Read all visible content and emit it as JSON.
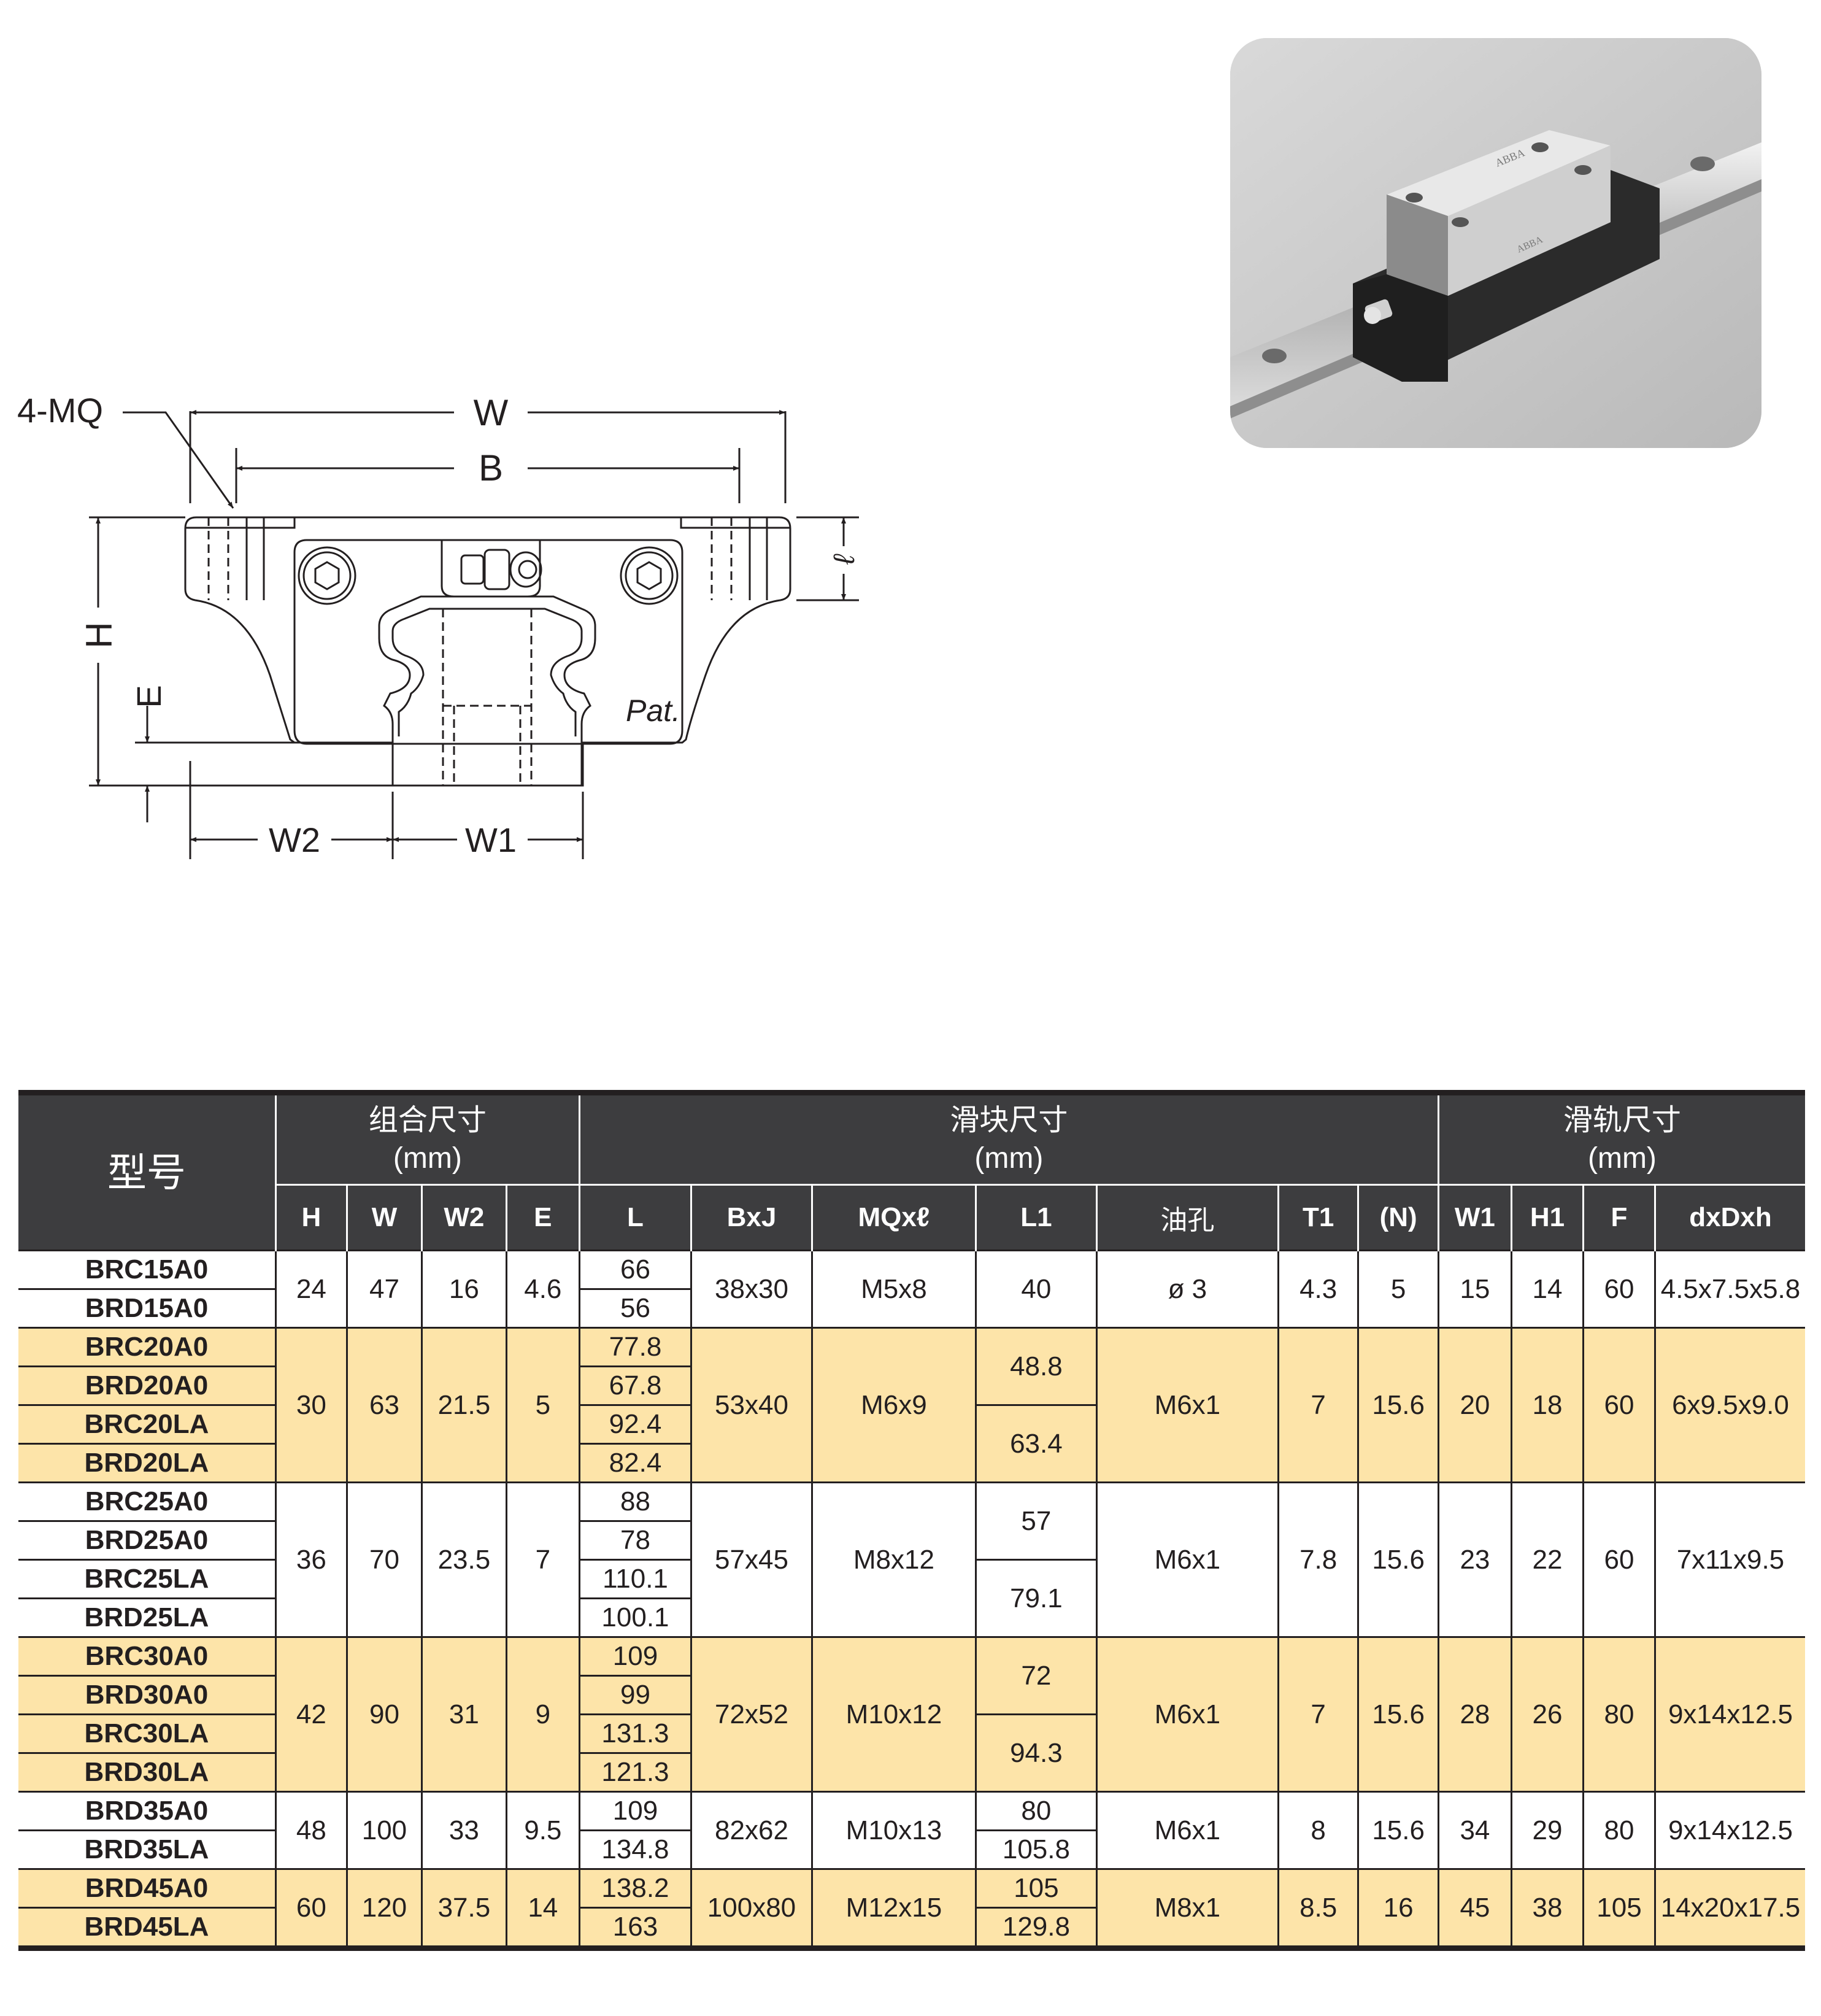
{
  "drawing": {
    "labels": {
      "mq": "4-MQ",
      "w": "W",
      "b": "B",
      "h": "H",
      "e": "E",
      "l": "ℓ",
      "w2": "W2",
      "w1": "W1",
      "pat": "Pat."
    }
  },
  "photo": {
    "block_marking": "ABBA",
    "side_marking": "ABBA"
  },
  "table": {
    "header": {
      "model": "型号",
      "group_assembly": "组合尺寸",
      "group_block": "滑块尺寸",
      "group_rail": "滑轨尺寸",
      "unit": "(mm)",
      "cols": [
        "H",
        "W",
        "W2",
        "E",
        "L",
        "BxJ",
        "MQxℓ",
        "L1",
        "油孔",
        "T1",
        "(N)",
        "W1",
        "H1",
        "F",
        "dxDxh"
      ]
    },
    "groups": [
      {
        "models": [
          "BRC15A0",
          "BRD15A0"
        ],
        "H": "24",
        "W": "47",
        "W2": "16",
        "E": "4.6",
        "L": [
          "66",
          "56"
        ],
        "BxJ": "38x30",
        "MQ": "M5x8",
        "L1": [
          "40"
        ],
        "oil": "ø 3",
        "T1": "4.3",
        "N": "5",
        "W1": "15",
        "H1": "14",
        "F": "60",
        "dDh": "4.5x7.5x5.8"
      },
      {
        "models": [
          "BRC20A0",
          "BRD20A0",
          "BRC20LA",
          "BRD20LA"
        ],
        "H": "30",
        "W": "63",
        "W2": "21.5",
        "E": "5",
        "L": [
          "77.8",
          "67.8",
          "92.4",
          "82.4"
        ],
        "BxJ": "53x40",
        "MQ": "M6x9",
        "L1": [
          "48.8",
          "63.4"
        ],
        "oil": "M6x1",
        "T1": "7",
        "N": "15.6",
        "W1": "20",
        "H1": "18",
        "F": "60",
        "dDh": "6x9.5x9.0"
      },
      {
        "models": [
          "BRC25A0",
          "BRD25A0",
          "BRC25LA",
          "BRD25LA"
        ],
        "H": "36",
        "W": "70",
        "W2": "23.5",
        "E": "7",
        "L": [
          "88",
          "78",
          "110.1",
          "100.1"
        ],
        "BxJ": "57x45",
        "MQ": "M8x12",
        "L1": [
          "57",
          "79.1"
        ],
        "oil": "M6x1",
        "T1": "7.8",
        "N": "15.6",
        "W1": "23",
        "H1": "22",
        "F": "60",
        "dDh": "7x11x9.5"
      },
      {
        "models": [
          "BRC30A0",
          "BRD30A0",
          "BRC30LA",
          "BRD30LA"
        ],
        "H": "42",
        "W": "90",
        "W2": "31",
        "E": "9",
        "L": [
          "109",
          "99",
          "131.3",
          "121.3"
        ],
        "BxJ": "72x52",
        "MQ": "M10x12",
        "L1": [
          "72",
          "94.3"
        ],
        "oil": "M6x1",
        "T1": "7",
        "N": "15.6",
        "W1": "28",
        "H1": "26",
        "F": "80",
        "dDh": "9x14x12.5"
      },
      {
        "models": [
          "BRD35A0",
          "BRD35LA"
        ],
        "H": "48",
        "W": "100",
        "W2": "33",
        "E": "9.5",
        "L": [
          "109",
          "134.8"
        ],
        "BxJ": "82x62",
        "MQ": "M10x13",
        "L1": [
          "80",
          "105.8"
        ],
        "oil": "M6x1",
        "T1": "8",
        "N": "15.6",
        "W1": "34",
        "H1": "29",
        "F": "80",
        "dDh": "9x14x12.5"
      },
      {
        "models": [
          "BRD45A0",
          "BRD45LA"
        ],
        "H": "60",
        "W": "120",
        "W2": "37.5",
        "E": "14",
        "L": [
          "138.2",
          "163"
        ],
        "BxJ": "100x80",
        "MQ": "M12x15",
        "L1": [
          "105",
          "129.8"
        ],
        "oil": "M8x1",
        "T1": "8.5",
        "N": "16",
        "W1": "45",
        "H1": "38",
        "F": "105",
        "dDh": "14x20x17.5"
      }
    ],
    "colors": {
      "header_bg": "#3d3d3f",
      "highlight_row": "#fde4a9",
      "border": "#231f20"
    }
  }
}
